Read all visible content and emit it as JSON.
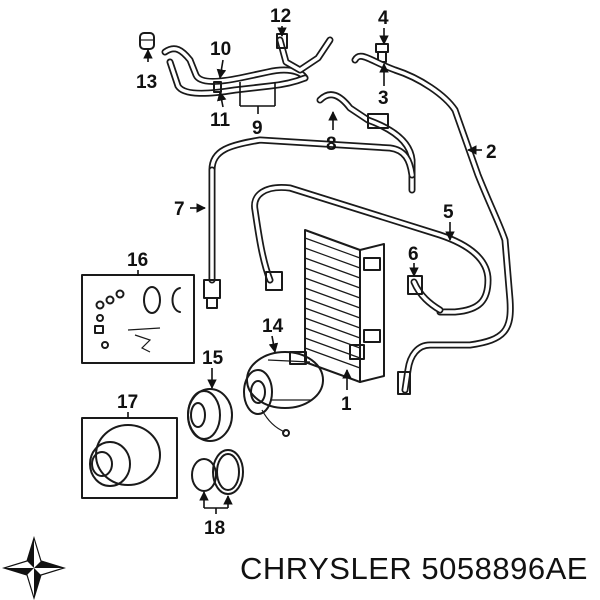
{
  "callouts": [
    "1",
    "2",
    "3",
    "4",
    "5",
    "6",
    "7",
    "8",
    "9",
    "10",
    "11",
    "12",
    "13",
    "14",
    "15",
    "16",
    "17",
    "18"
  ],
  "footer": {
    "brand": "CHRYSLER",
    "part_number": "5058896AE",
    "logo_icon": "chrysler-pentastar-icon"
  },
  "colors": {
    "line": "#1a1a1a",
    "background": "#ffffff"
  }
}
